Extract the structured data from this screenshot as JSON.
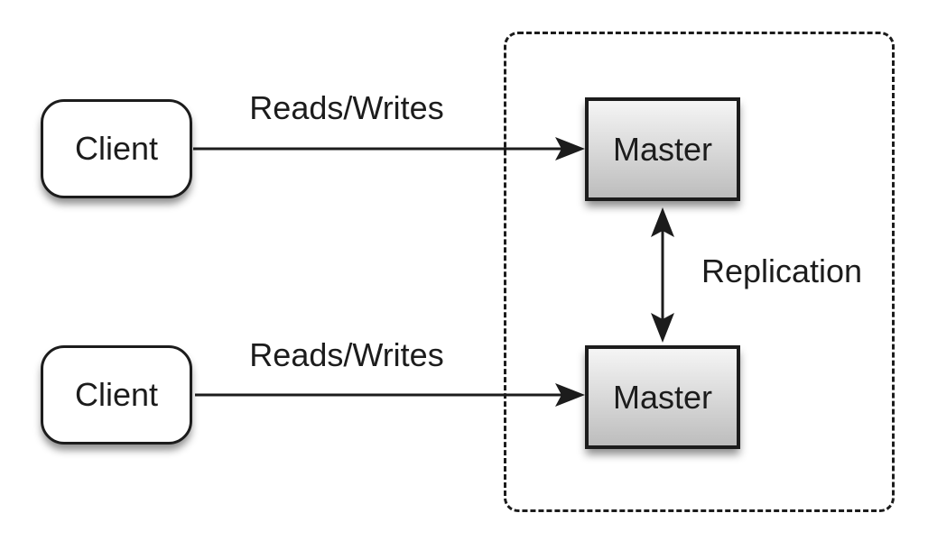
{
  "diagram": {
    "clients": [
      {
        "label": "Client"
      },
      {
        "label": "Client"
      }
    ],
    "masters": [
      {
        "label": "Master"
      },
      {
        "label": "Master"
      }
    ],
    "connections": [
      {
        "label": "Reads/Writes",
        "from": "Client (top)",
        "to": "Master (top)",
        "arrow": "single-headed"
      },
      {
        "label": "Reads/Writes",
        "from": "Client (bottom)",
        "to": "Master (bottom)",
        "arrow": "single-headed"
      },
      {
        "label": "Replication",
        "from": "Master (top)",
        "to": "Master (bottom)",
        "arrow": "double-headed"
      }
    ],
    "group_boundary": {
      "style": "dashed",
      "contains": [
        "Master",
        "Master"
      ]
    }
  },
  "colors": {
    "stroke": "#1c1c1c",
    "text": "#1c1c1c",
    "background": "#ffffff",
    "client_fill": "#ffffff",
    "master_fill_top": "#f5f5f5",
    "master_fill_bottom": "#bdbdbd"
  }
}
